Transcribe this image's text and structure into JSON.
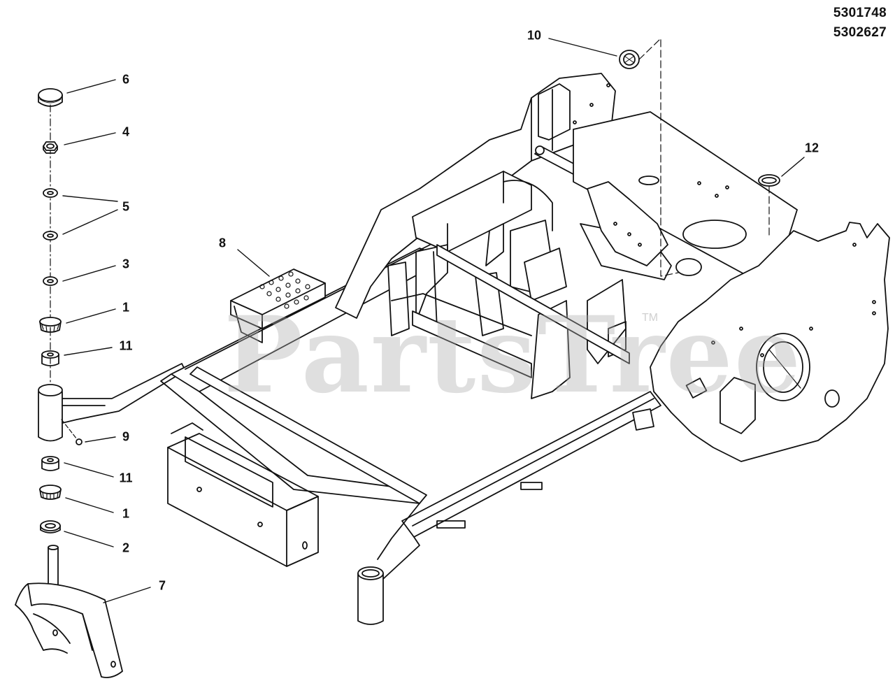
{
  "document_ids": [
    "5301748",
    "5302627"
  ],
  "watermark": {
    "text": "PartsTree",
    "trademark": "TM"
  },
  "callouts": {
    "c6": "6",
    "c4": "4",
    "c5": "5",
    "c3": "3",
    "c1a": "1",
    "c11a": "11",
    "c9": "9",
    "c11b": "11",
    "c1b": "1",
    "c2": "2",
    "c7": "7",
    "c8": "8",
    "c10": "10",
    "c12": "12"
  },
  "colors": {
    "line": "#111111",
    "background": "#ffffff",
    "watermark": "#aaaaaa"
  }
}
